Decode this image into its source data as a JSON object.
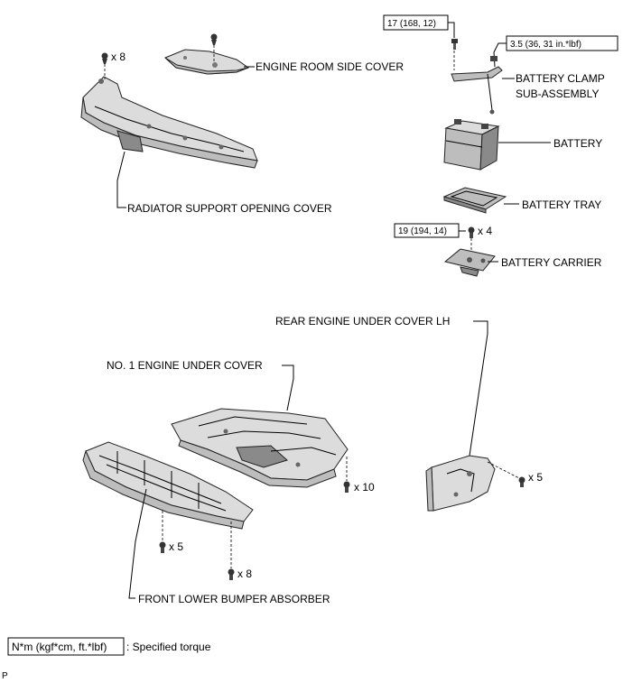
{
  "labels": {
    "engine_room_side_cover": "ENGINE ROOM SIDE COVER",
    "radiator_support_opening_cover": "RADIATOR SUPPORT OPENING COVER",
    "battery_clamp_line1": "BATTERY CLAMP",
    "battery_clamp_line2": "SUB-ASSEMBLY",
    "battery": "BATTERY",
    "battery_tray": "BATTERY TRAY",
    "battery_carrier": "BATTERY CARRIER",
    "rear_engine_under_cover_lh": "REAR ENGINE UNDER COVER LH",
    "no1_engine_under_cover": "NO. 1 ENGINE UNDER COVER",
    "front_lower_bumper_absorber": "FRONT LOWER BUMPER ABSORBER"
  },
  "torques": {
    "clamp_bolt": "17 (168, 12)",
    "clamp_nut": "3.5 (36, 31 in.*lbf)",
    "carrier_bolt": "19 (194, 14)"
  },
  "quantities": {
    "radiator_cover_clips": "x 8",
    "carrier_bolts": "x 4",
    "rear_cover_bolts": "x 5",
    "engine_under_cover_bolts": "x 10",
    "absorber_bolts_a": "x 5",
    "absorber_bolts_b": "x 8"
  },
  "legend": {
    "unit_box": "N*m (kgf*cm, ft.*lbf)",
    "description": ": Specified torque"
  },
  "page_code": "P"
}
